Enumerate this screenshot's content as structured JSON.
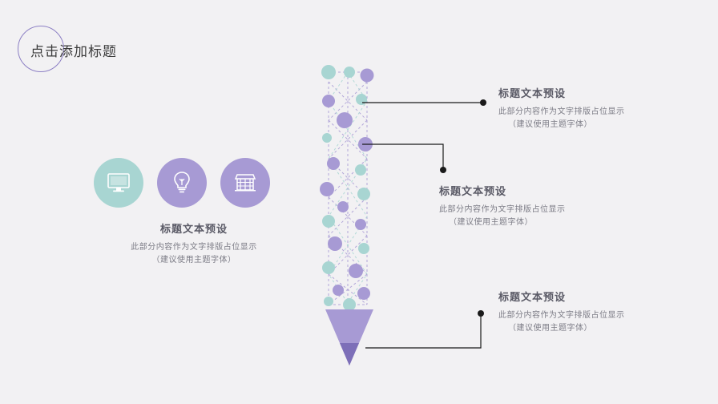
{
  "slide": {
    "background_color": "#f2f1f3",
    "title": "点击添加标题"
  },
  "palette": {
    "teal": "#a8d5d2",
    "purple": "#a79ad4",
    "deep_purple": "#8c7fc4",
    "text_dark": "#5a5a66",
    "text_light": "#7c7c86",
    "line": "#1a1a1a"
  },
  "left_group": {
    "icons": [
      {
        "name": "monitor-icon",
        "color": "#a8d5d2"
      },
      {
        "name": "lightbulb-icon",
        "color": "#a79ad4"
      },
      {
        "name": "store-icon",
        "color": "#a79ad4"
      }
    ],
    "caption": {
      "title": "标题文本预设",
      "line1": "此部分内容作为文字排版占位显示",
      "line2": "（建议使用主题字体）"
    }
  },
  "callouts": [
    {
      "title": "标题文本预设",
      "line1": "此部分内容作为文字排版占位显示",
      "line2": "（建议使用主题字体）"
    },
    {
      "title": "标题文本预设",
      "line1": "此部分内容作为文字排版占位显示",
      "line2": "（建议使用主题字体）"
    },
    {
      "title": "标题文本预设",
      "line1": "此部分内容作为文字排版占位显示",
      "line2": "（建议使用主题字体）"
    }
  ],
  "center_graphic": {
    "name": "pencil-network-diagram",
    "description": "垂直铅笔形网络图，圆形节点与虚线连接"
  }
}
